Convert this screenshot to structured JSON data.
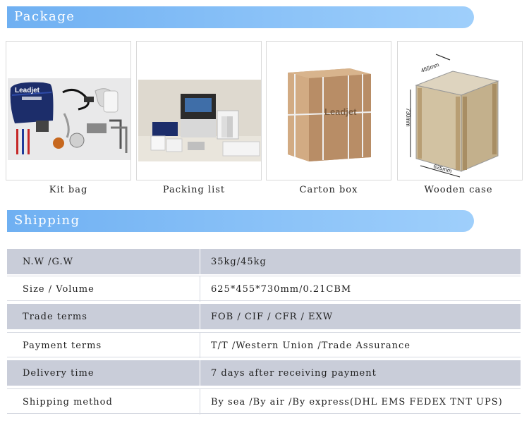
{
  "sections": {
    "package_title": "Package",
    "shipping_title": "Shipping"
  },
  "package_items": [
    {
      "caption": "Kit bag",
      "brand": "Leadjet"
    },
    {
      "caption": "Packing list"
    },
    {
      "caption": "Carton box",
      "brand": "Leadjet"
    },
    {
      "caption": "Wooden case",
      "dim_width": "455mm",
      "dim_height": "730mm",
      "dim_length": "625mm"
    }
  ],
  "shipping_table": [
    {
      "label": "N.W /G.W",
      "value": "35kg/45kg"
    },
    {
      "label": "Size / Volume",
      "value": "625*455*730mm/0.21CBM"
    },
    {
      "label": "Trade terms",
      "value": "FOB / CIF / CFR / EXW"
    },
    {
      "label": "Payment terms",
      "value": "T/T /Western Union /Trade Assurance"
    },
    {
      "label": "Delivery time",
      "value": "7 days after receiving payment"
    },
    {
      "label": "Shipping method",
      "value": "By sea /By air /By express(DHL EMS FEDEX TNT UPS)"
    }
  ]
}
